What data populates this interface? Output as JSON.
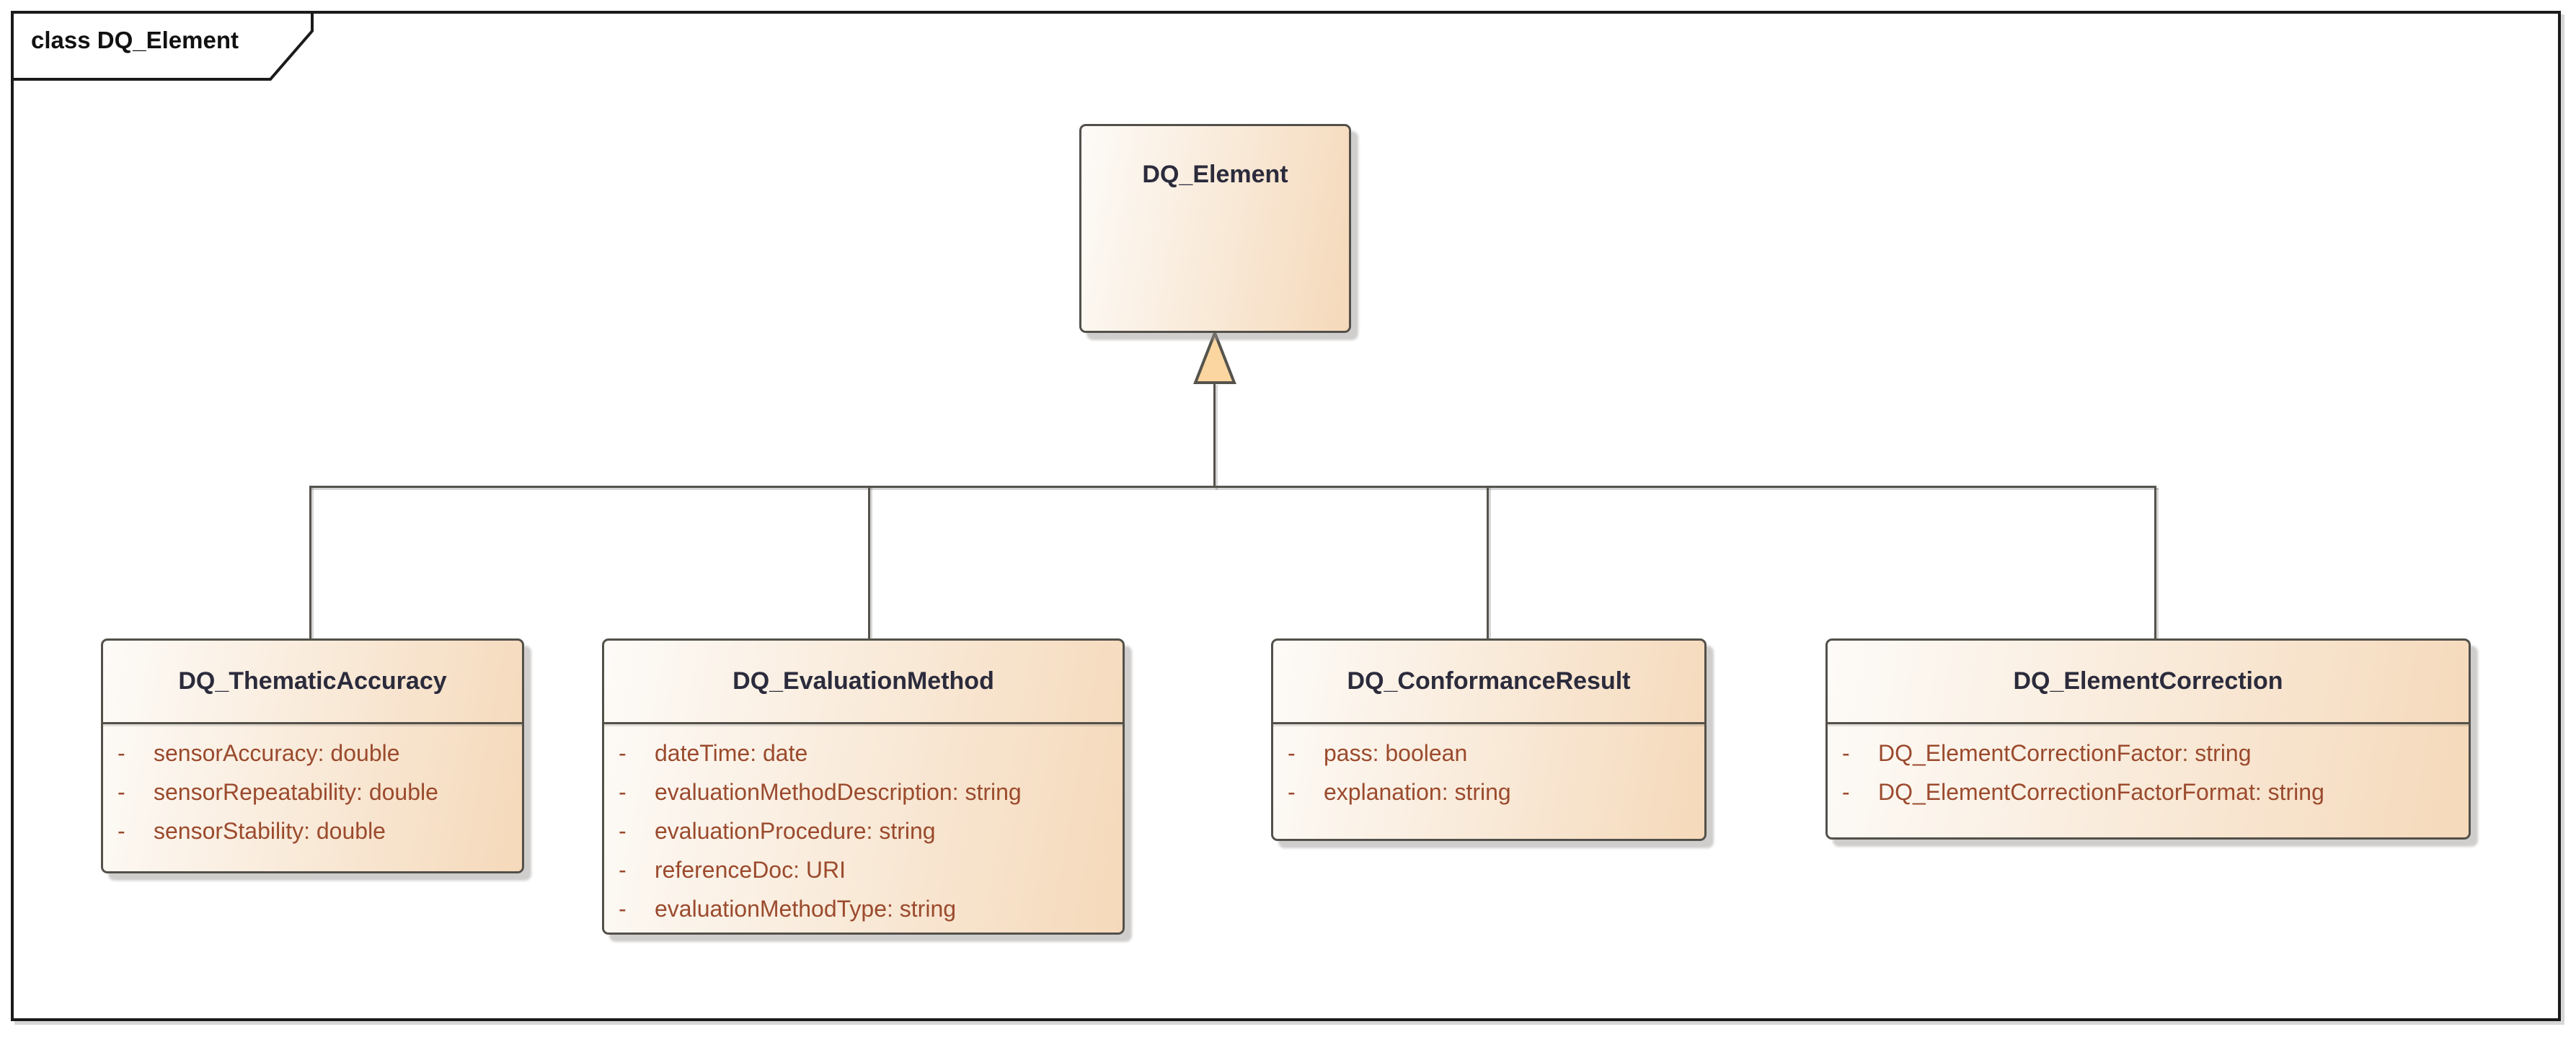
{
  "frame": {
    "label": "class DQ_Element"
  },
  "diagram_type": "uml-class-diagram",
  "relationship": {
    "type": "generalization",
    "parent": "DQ_Element"
  },
  "classes": {
    "parent": {
      "name": "DQ_Element"
    },
    "children": [
      {
        "name": "DQ_ThematicAccuracy",
        "attributes": [
          {
            "visibility": "-",
            "text": "sensorAccuracy: double"
          },
          {
            "visibility": "-",
            "text": "sensorRepeatability: double"
          },
          {
            "visibility": "-",
            "text": "sensorStability: double"
          }
        ]
      },
      {
        "name": "DQ_EvaluationMethod",
        "attributes": [
          {
            "visibility": "-",
            "text": "dateTime: date"
          },
          {
            "visibility": "-",
            "text": "evaluationMethodDescription: string"
          },
          {
            "visibility": "-",
            "text": "evaluationProcedure: string"
          },
          {
            "visibility": "-",
            "text": "referenceDoc: URI"
          },
          {
            "visibility": "-",
            "text": "evaluationMethodType: string"
          }
        ]
      },
      {
        "name": "DQ_ConformanceResult",
        "attributes": [
          {
            "visibility": "-",
            "text": "pass: boolean"
          },
          {
            "visibility": "-",
            "text": "explanation: string"
          }
        ]
      },
      {
        "name": "DQ_ElementCorrection",
        "attributes": [
          {
            "visibility": "-",
            "text": "DQ_ElementCorrectionFactor: string"
          },
          {
            "visibility": "-",
            "text": "DQ_ElementCorrectionFactorFormat: string"
          }
        ]
      }
    ]
  },
  "colors": {
    "frame_border": "#1b1b1b",
    "box_border": "#53504a",
    "box_grad_a": "#fdfbf8",
    "box_grad_b": "#f5d9ba",
    "title_color": "#2b2b3c",
    "attr_color": "#9b4a2d",
    "line_color": "#55534c",
    "triangle_fill": "#fbd6a0",
    "canvas_bg": "#ffffff"
  }
}
